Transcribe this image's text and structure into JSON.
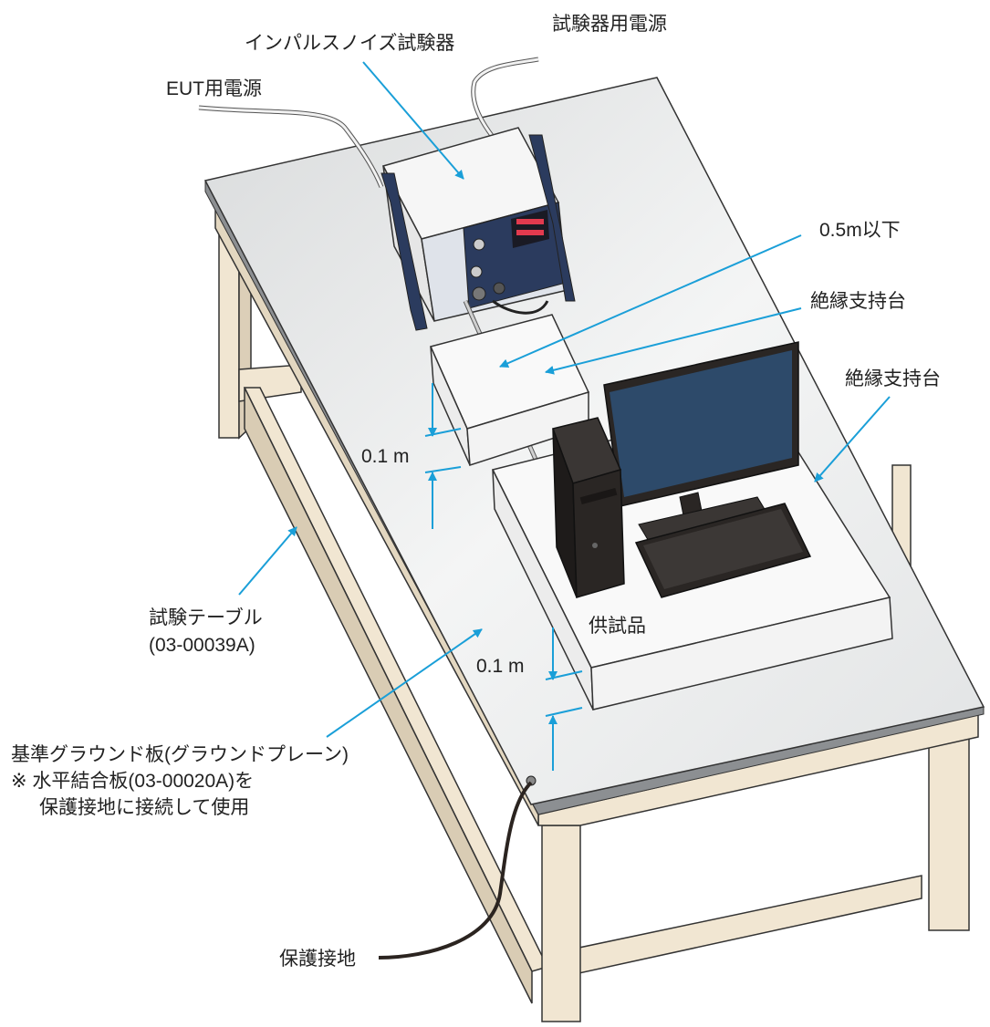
{
  "labels": {
    "impulse_tester": "インパルスノイズ試験器",
    "tester_power": "試験器用電源",
    "eut_power": "EUT用電源",
    "distance_05m": "0.5m以下",
    "insulating_support_1": "絶縁支持台",
    "insulating_support_2": "絶縁支持台",
    "height_01m_a": "0.1 m",
    "height_01m_b": "0.1 m",
    "eut": "供試品",
    "test_table": "試験テーブル",
    "test_table_part": "(03-00039A)",
    "ground_plane": "基準グラウンド板(グラウンドプレーン)",
    "ground_note_1": "※ 水平結合板(03-00020A)を",
    "ground_note_2": "保護接地に接続して使用",
    "protective_earth": "保護接地"
  },
  "colors": {
    "arrow": "#1a9fd8",
    "table_top": "#e8e9ea",
    "table_wood": "#f1e6d2",
    "monitor_screen": "#2d4a6a",
    "pc_case": "#2a2624"
  },
  "icons": {
    "arrow": "arrow-icon"
  }
}
